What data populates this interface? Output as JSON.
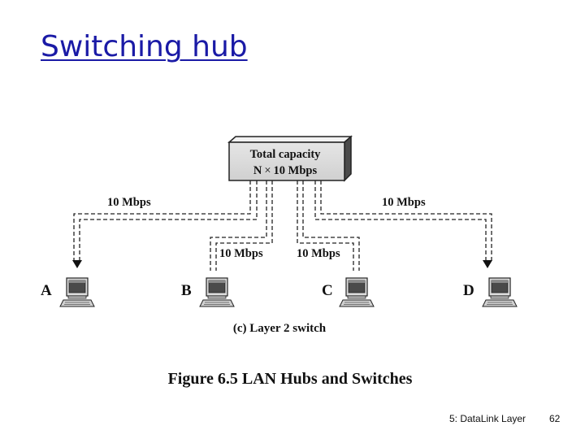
{
  "slide": {
    "title": "Switching hub"
  },
  "switch": {
    "line1": "Total capacity",
    "line2_prefix": "N",
    "line2_times": "×",
    "line2_suffix": "10 Mbps"
  },
  "links": [
    {
      "label": "10 Mbps",
      "station": "A"
    },
    {
      "label": "10 Mbps",
      "station": "B"
    },
    {
      "label": "10 Mbps",
      "station": "C"
    },
    {
      "label": "10 Mbps",
      "station": "D"
    }
  ],
  "stations": [
    "A",
    "B",
    "C",
    "D"
  ],
  "subcaption": "(c) Layer 2 switch",
  "figure_caption": "Figure 6.5 LAN Hubs and Switches",
  "footer": {
    "left": "5: DataLink Layer",
    "right": "62"
  },
  "icons": {
    "computer": "desktop-computer-icon",
    "arrow": "arrowhead-down-icon"
  }
}
